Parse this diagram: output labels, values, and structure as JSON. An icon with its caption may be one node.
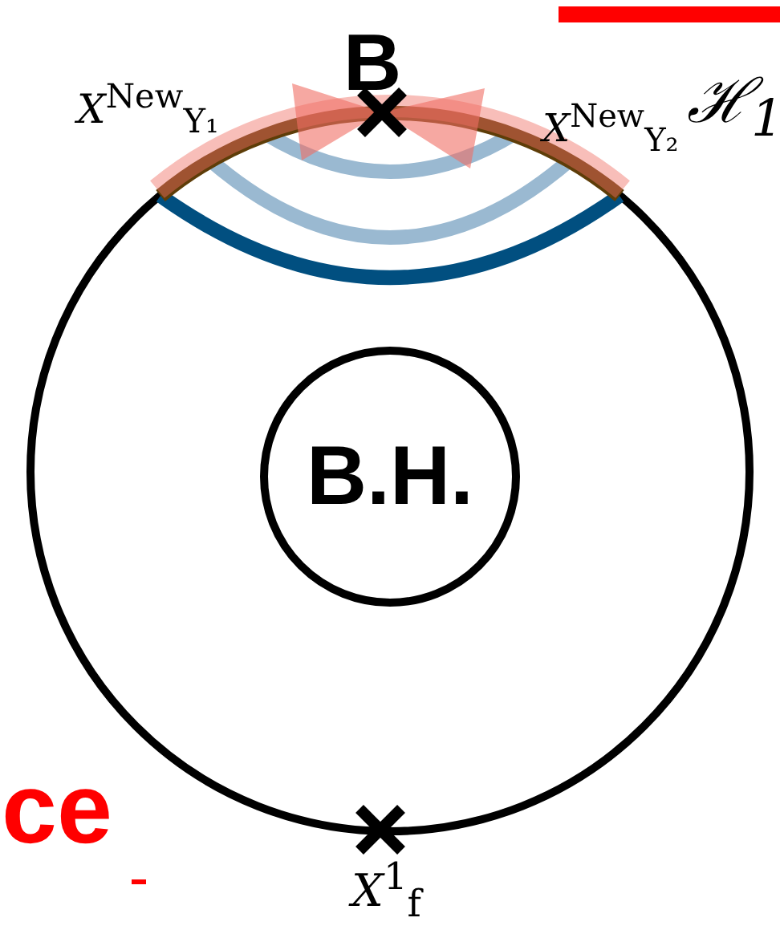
{
  "diagram": {
    "nodes": [
      {
        "text": [
          "B.H."
        ]
      }
    ],
    "labels": [
      "B",
      "*X*$^{New}$$_{Y₁}$",
      "*X*$^{New}$$_{Y₂}$",
      "ℋ$_{1}$",
      "ce",
      "*X*$^{1}$$_{f}$"
    ]
  }
}
